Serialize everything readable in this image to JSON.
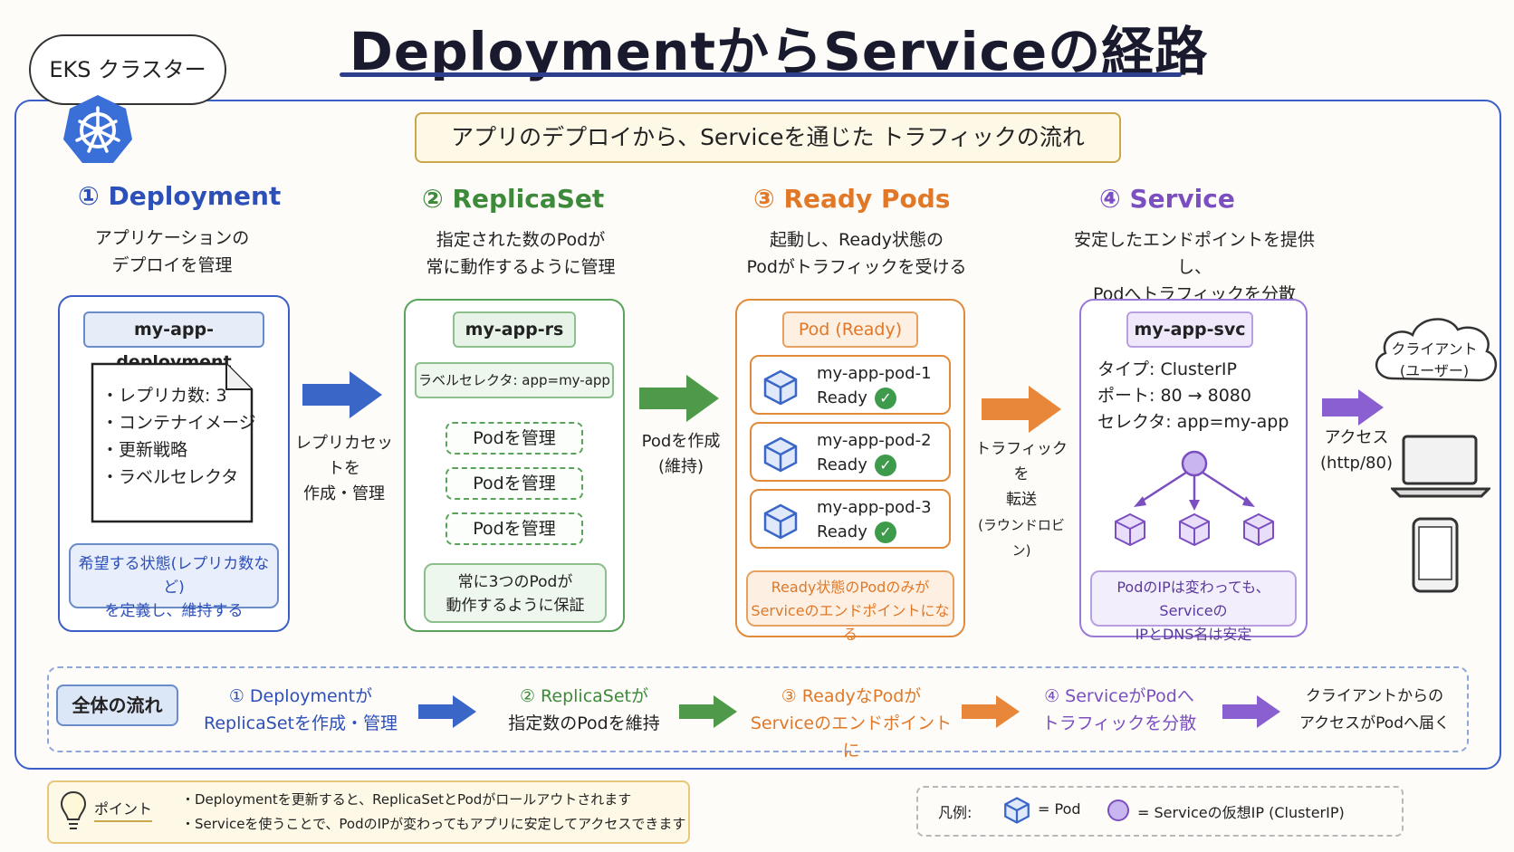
{
  "title": "DeploymentからServiceの経路",
  "cluster_label": "EKS クラスター",
  "subtitle": "アプリのデプロイから、Serviceを通じた トラフィックの流れ",
  "steps": {
    "deployment": {
      "heading": "① Deployment",
      "desc1": "アプリケーションの",
      "desc2": "デプロイを管理",
      "tag": "my-app-deployment",
      "spec": [
        "・レプリカ数: 3",
        "・コンテナイメージ",
        "・更新戦略",
        "・ラベルセレクタ"
      ],
      "note1": "希望する状態(レプリカ数など)",
      "note2": "を定義し、維持する"
    },
    "replicaset": {
      "heading": "② ReplicaSet",
      "desc1": "指定された数のPodが",
      "desc2": "常に動作するように管理",
      "tag": "my-app-rs",
      "selector": "ラベルセレクタ: app=my-app",
      "managed": [
        "Podを管理",
        "Podを管理",
        "Podを管理"
      ],
      "note1": "常に3つのPodが",
      "note2": "動作するように保証"
    },
    "pods": {
      "heading": "③ Ready Pods",
      "desc1": "起動し、Ready状態の",
      "desc2": "Podがトラフィックを受ける",
      "tag": "Pod (Ready)",
      "items": [
        {
          "name": "my-app-pod-1",
          "status": "Ready"
        },
        {
          "name": "my-app-pod-2",
          "status": "Ready"
        },
        {
          "name": "my-app-pod-3",
          "status": "Ready"
        }
      ],
      "note1": "Ready状態のPodのみが",
      "note2": "Serviceのエンドポイントになる"
    },
    "service": {
      "heading": "④ Service",
      "desc1": "安定したエンドポイントを提供し、",
      "desc2": "Podへトラフィックを分散",
      "tag": "my-app-svc",
      "type": "タイプ: ClusterIP",
      "port": "ポート: 80 → 8080",
      "selector": "セレクタ: app=my-app",
      "note1": "PodのIPは変わっても、Serviceの",
      "note2": "IPとDNS名は安定"
    }
  },
  "arrows": {
    "a1": [
      "レプリカセットを",
      "作成・管理"
    ],
    "a2": [
      "Podを作成",
      "(維持)"
    ],
    "a3": [
      "トラフィックを",
      "転送",
      "(ラウンドロビン)"
    ],
    "a4": [
      "アクセス",
      "(http/80)"
    ]
  },
  "client": [
    "クライアント",
    "(ユーザー)"
  ],
  "flow": {
    "tag": "全体の流れ",
    "items": [
      [
        "① Deploymentが",
        "ReplicaSetを作成・管理"
      ],
      [
        "② ReplicaSetが",
        "指定数のPodを維持"
      ],
      [
        "③ ReadyなPodが",
        "Serviceのエンドポイントに"
      ],
      [
        "④ ServiceがPodへ",
        "トラフィックを分散"
      ],
      [
        "クライアントからの",
        "アクセスがPodへ届く"
      ]
    ]
  },
  "point": {
    "label": "ポイント",
    "lines": [
      "・Deploymentを更新すると、ReplicaSetとPodがロールアウトされます",
      "・Serviceを使うことで、PodのIPが変わってもアプリに安定してアクセスできます"
    ]
  },
  "legend": {
    "label": "凡例:",
    "pod": "= Pod",
    "ip": "= Serviceの仮想IP (ClusterIP)"
  },
  "colors": {
    "blue": "#2d4fb8",
    "green": "#3d8a3a",
    "orange": "#e07828",
    "purple": "#7b4fc0"
  }
}
